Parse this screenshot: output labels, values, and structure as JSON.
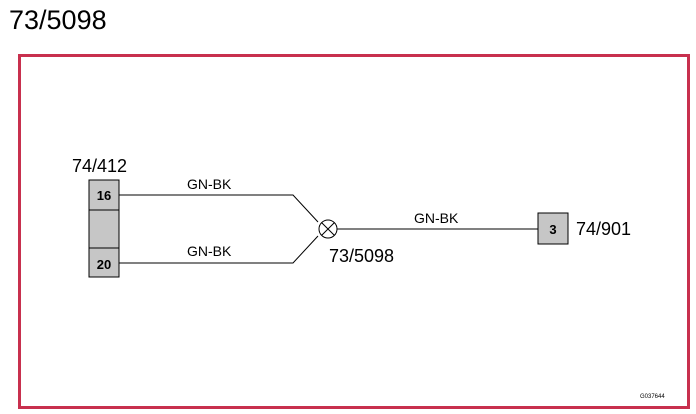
{
  "title": "73/5098",
  "connector_left": {
    "id": "74/412",
    "pins": [
      "16",
      "20"
    ]
  },
  "splice": {
    "id": "73/5098"
  },
  "connector_right": {
    "id": "74/901",
    "pin": "3"
  },
  "wires": {
    "upper": "GN-BK",
    "lower": "GN-BK",
    "right": "GN-BK"
  },
  "image_code": "G037644",
  "colors": {
    "frame": "#c8304e",
    "pin_fill": "#c6c6c6",
    "line": "#000000"
  }
}
